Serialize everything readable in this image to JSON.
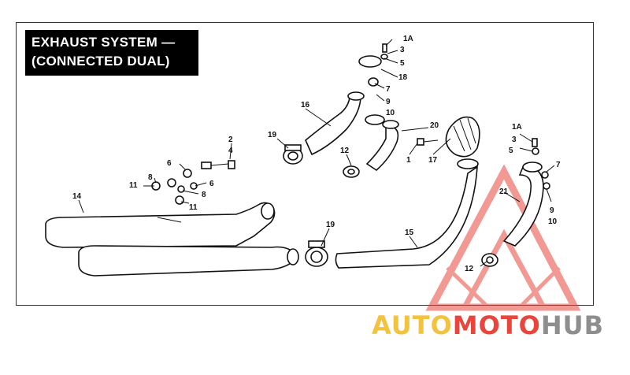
{
  "title": {
    "line1": "EXHAUST SYSTEM —",
    "line2": "(CONNECTED DUAL)"
  },
  "callouts": [
    "1A",
    "3",
    "5",
    "18",
    "7",
    "9",
    "10",
    "16",
    "20",
    "19",
    "12",
    "1",
    "17",
    "2",
    "4",
    "6",
    "8",
    "11",
    "6",
    "8",
    "11",
    "14",
    "19",
    "15",
    "1A",
    "3",
    "5",
    "7",
    "21",
    "9",
    "10",
    "12"
  ],
  "watermark": {
    "part1": "AUTO",
    "part2": "MOTO",
    "part3": "HUB",
    "colors": {
      "auto": "#f3c23e",
      "moto": "#e8463c",
      "hub": "#8e8e8e"
    }
  }
}
